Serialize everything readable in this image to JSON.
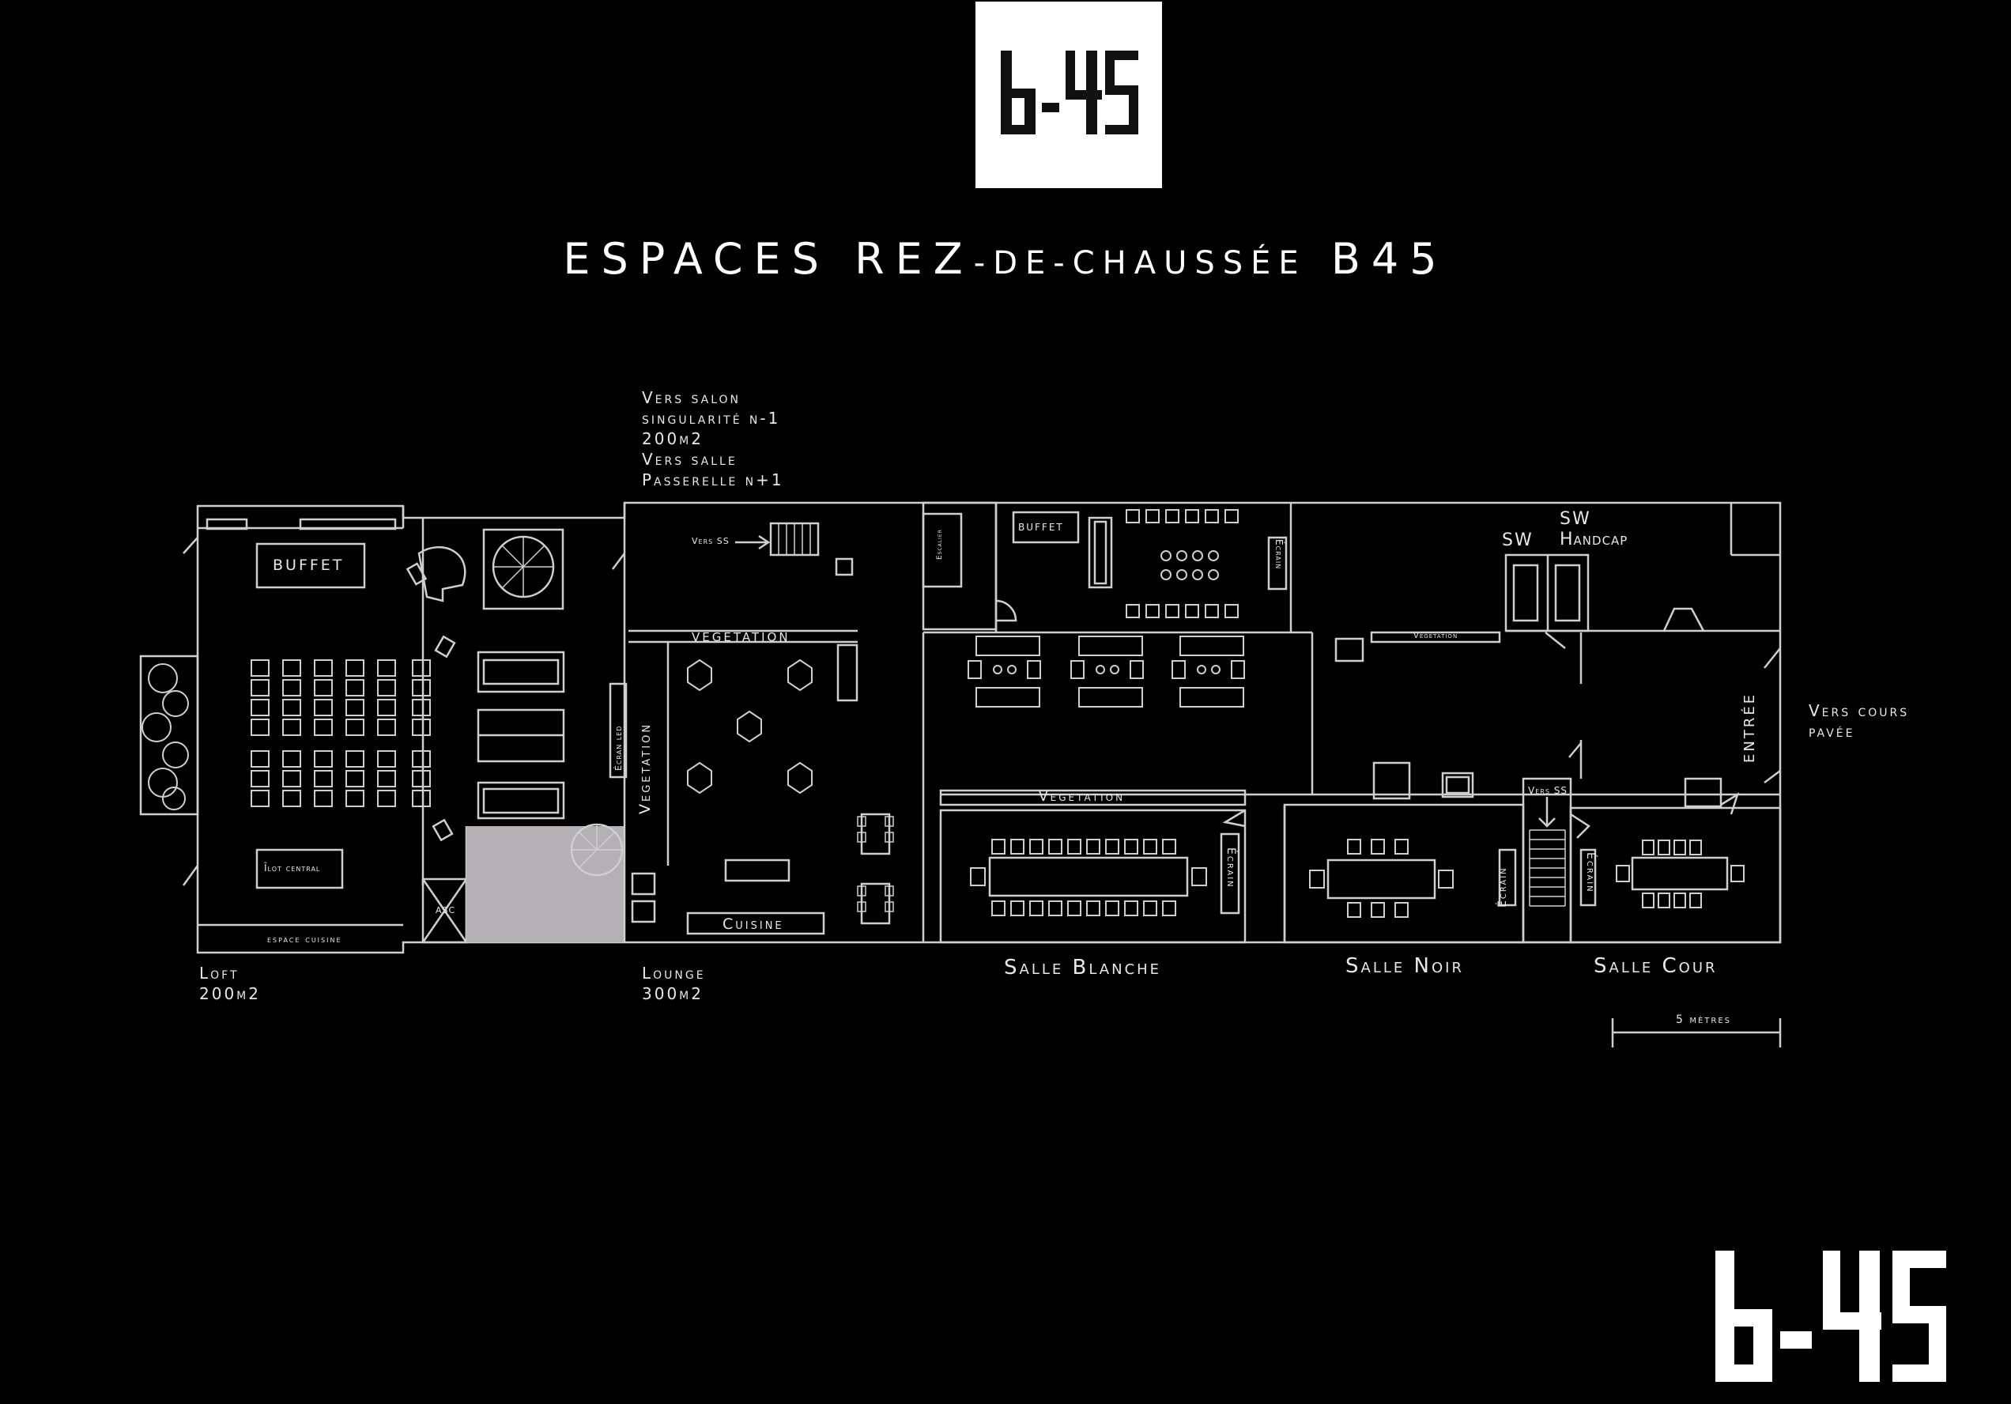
{
  "brand": {
    "logo_text": "b-45"
  },
  "title": {
    "main": "ESPACES REZ",
    "small": "-de-chaussée",
    "suffix": " B45"
  },
  "notes": {
    "upstairs": [
      "Vers salon",
      "singularité n-1",
      "200m2",
      "Vers salle",
      "Passerelle n+1"
    ],
    "courtyard": [
      "Vers cours",
      "pavée"
    ]
  },
  "rooms": {
    "loft": {
      "name": "Loft",
      "area": "200m2"
    },
    "lounge": {
      "name": "Lounge",
      "area": "300m2"
    },
    "salle_blanche": {
      "name": "Salle Blanche"
    },
    "salle_noir": {
      "name": "Salle Noir"
    },
    "salle_cour": {
      "name": "Salle Cour"
    }
  },
  "plan_labels": {
    "buffet_loft": "BUFFET",
    "ilot": "Îlot central",
    "espace_cuisine": "espace cuisine",
    "asc": "ASC",
    "vers_ss_top": "Vers SS",
    "vegetation_top": "VEGETATION",
    "vegetation_side": "Vegetation",
    "ecran_led": "Écran led",
    "cuisine": "Cuisine",
    "escalier": "Escalier",
    "buffet_mid": "BUFFET",
    "ecran_1": "Écrain",
    "vegetation_small": "Vegetation",
    "vegetation_blanche": "Vegetation",
    "ecran_blanche": "Écrain",
    "ecran_noir": "Écrain",
    "ecran_cour": "Écrain",
    "vers_ss_right": "Vers SS",
    "sw": "SW",
    "sw_handcap_1": "SW",
    "sw_handcap_2": "Handcap",
    "entree": "ENTRÉE"
  },
  "scale": {
    "label": "5 mètres"
  },
  "colors": {
    "background": "#000000",
    "lines": "#cfcfcf",
    "grey_zone": "#b5b0b3",
    "logo_bg": "#ffffff"
  }
}
